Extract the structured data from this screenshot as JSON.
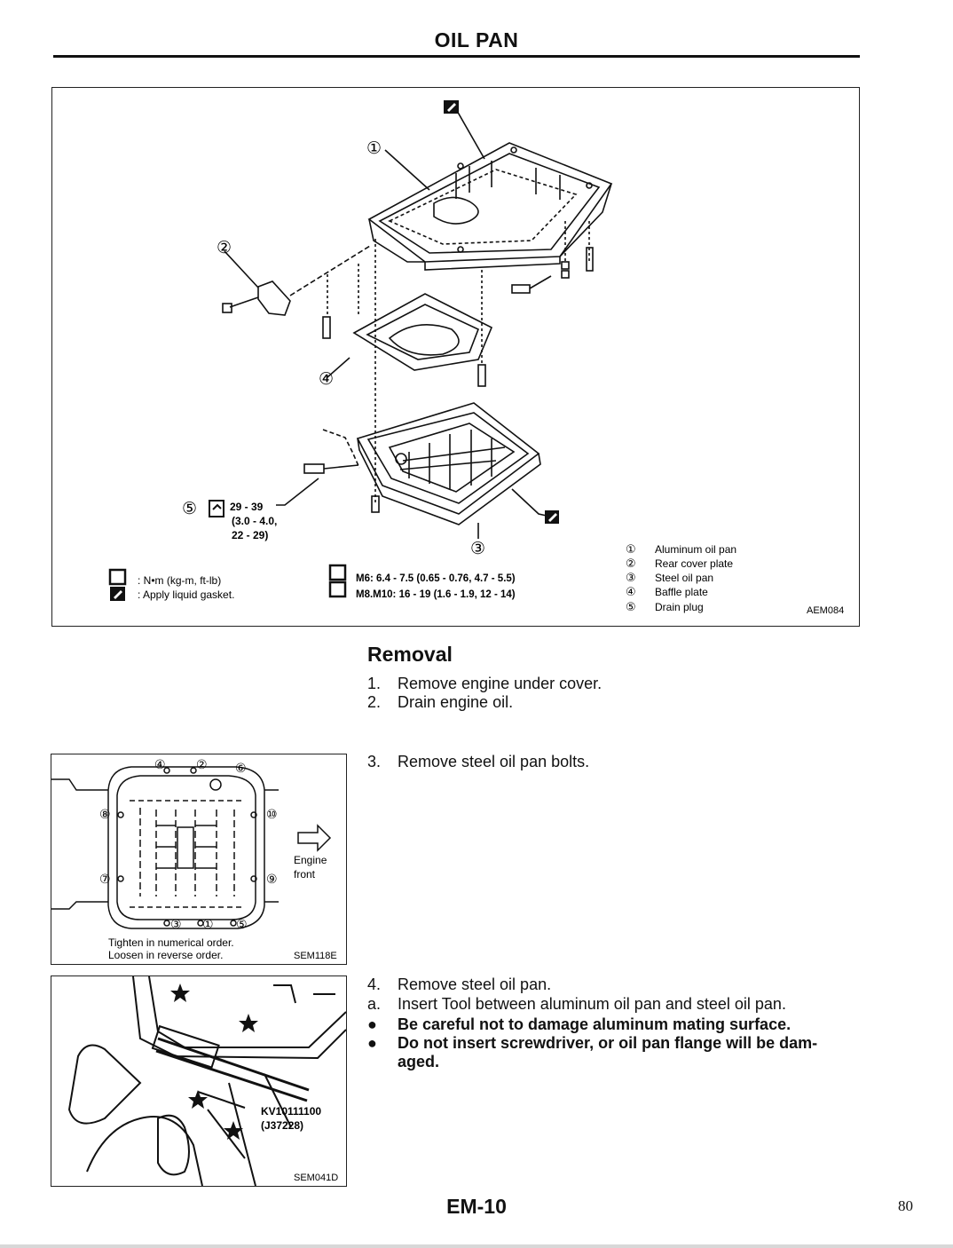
{
  "header": {
    "title": "OIL PAN"
  },
  "main_figure": {
    "callouts": [
      "①",
      "②",
      "④",
      "⑤",
      "③"
    ],
    "torque_spec": {
      "line1": "29 - 39",
      "line2": "(3.0 - 4.0,",
      "line3": "22 - 29)"
    },
    "legend": {
      "torque_unit": ": N•m (kg-m, ft-lb)",
      "gasket": ": Apply liquid gasket.",
      "m6": "M6: 6.4 - 7.5 (0.65 - 0.76, 4.7 - 5.5)",
      "m8": "M8.M10: 16 - 19 (1.6 - 1.9, 12 - 14)"
    },
    "parts": [
      {
        "num": "①",
        "name": "Aluminum oil pan"
      },
      {
        "num": "②",
        "name": "Rear cover plate"
      },
      {
        "num": "③",
        "name": "Steel oil pan"
      },
      {
        "num": "④",
        "name": "Baffle plate"
      },
      {
        "num": "⑤",
        "name": "Drain plug"
      }
    ],
    "code": "AEM084"
  },
  "removal": {
    "heading": "Removal",
    "step1_num": "1.",
    "step1": "Remove engine under cover.",
    "step2_num": "2.",
    "step2": "Drain engine oil.",
    "step3_num": "3.",
    "step3": "Remove steel oil pan bolts.",
    "step4_num": "4.",
    "step4": "Remove steel oil pan.",
    "stepa_num": "a.",
    "stepa": "Insert Tool between aluminum oil pan and steel oil pan.",
    "caution1": "Be careful not to damage aluminum mating surface.",
    "caution2_line1": "Do not insert screwdriver, or oil pan flange will be dam-",
    "caution2_line2": "aged."
  },
  "bolt_figure": {
    "numbers": [
      "④",
      "②",
      "⑥",
      "⑧",
      "⑩",
      "⑦",
      "⑨",
      "③",
      "①",
      "⑤"
    ],
    "engine_front_line1": "Engine",
    "engine_front_line2": "front",
    "note_line1": "Tighten in numerical order.",
    "note_line2": "Loosen in reverse order.",
    "code": "SEM118E"
  },
  "tool_figure": {
    "tool_number": "KV10111100",
    "tool_alt": "(J37228)",
    "code": "SEM041D"
  },
  "footer": {
    "section": "EM-10",
    "page_number": "80"
  }
}
